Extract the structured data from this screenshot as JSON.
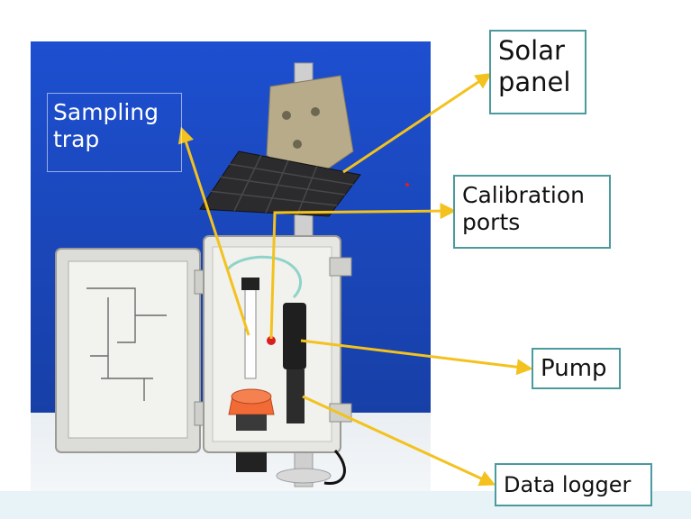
{
  "labels": {
    "sampling_trap": "Sampling\ntrap",
    "solar_panel": "Solar\npanel",
    "calibration_ports": "Calibration\nports",
    "pump": "Pump",
    "data_logger": "Data logger"
  },
  "colors": {
    "backdrop_blue": "#1f4fc8",
    "arrow": "#f3c21e",
    "callout_border": "#4a9a9e",
    "enclosure": "#e6e6e2",
    "pump_orange": "#f26a36"
  }
}
